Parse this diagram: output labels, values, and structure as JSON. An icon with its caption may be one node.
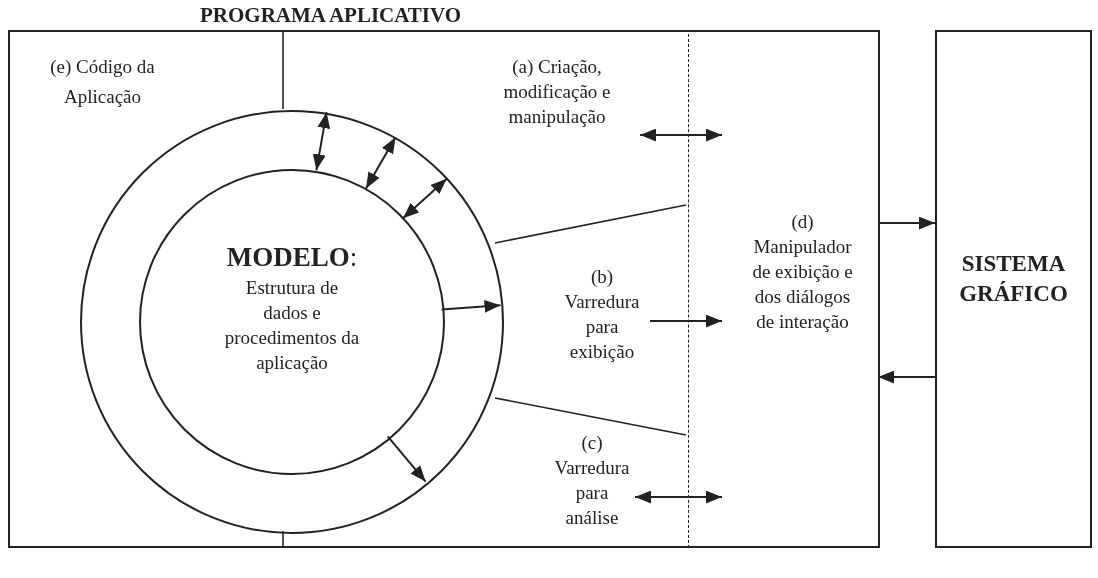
{
  "diagram": {
    "nodes": [
      {
        "text": [
          "PROGRAMA APLICATIVO"
        ]
      },
      {
        "text": [
          "(e) Código da Aplicação"
        ],
        "in": 0
      },
      {
        "text": [
          "**MODELO**:",
          "Estrutura de dados e procedimentos da aplicação"
        ],
        "in": 1
      },
      {
        "text": [
          "(a) Criação, modificação e manipulação"
        ],
        "in": 0
      },
      {
        "text": [
          "(b) Varredura para exibição"
        ],
        "in": 0
      },
      {
        "text": [
          "(c) Varredura para análise"
        ],
        "in": 0
      },
      {
        "text": [
          "(d) Manipulador de exibição e dos diálogos de interação"
        ],
        "in": 0
      },
      {
        "text": [
          "SISTEMA GRÁFICO"
        ]
      }
    ],
    "edges": [
      {
        "from": 2,
        "to": 1,
        "arrow": "both"
      },
      {
        "from": 2,
        "to": 1,
        "arrow": "both"
      },
      {
        "from": 2,
        "to": 1,
        "arrow": "both"
      },
      {
        "from": 2,
        "to": 1,
        "arrow": "to"
      },
      {
        "from": 2,
        "to": 1,
        "arrow": "to"
      },
      {
        "from": 3,
        "to": 6,
        "arrow": "both"
      },
      {
        "from": 4,
        "to": 6,
        "arrow": "to"
      },
      {
        "from": 5,
        "to": 6,
        "arrow": "both"
      },
      {
        "from": 6,
        "to": 7,
        "arrow": "to"
      },
      {
        "from": 7,
        "to": 6,
        "arrow": "to"
      }
    ]
  }
}
